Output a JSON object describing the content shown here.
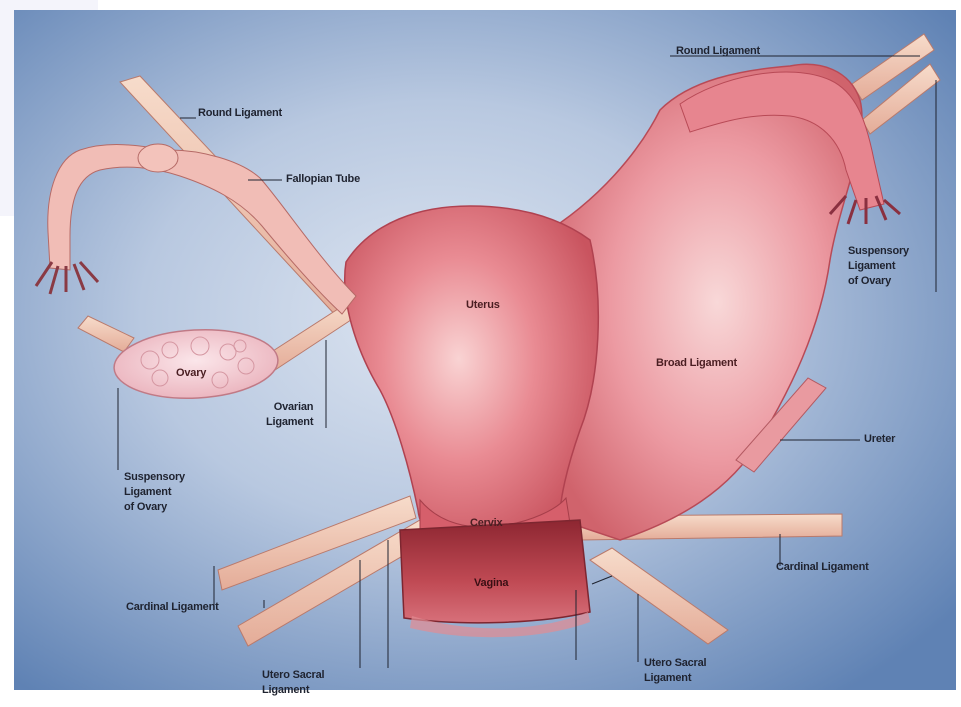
{
  "labels": {
    "round_ligament_left": "Round Ligament",
    "round_ligament_right": "Round Ligament",
    "fallopian_tube": "Fallopian Tube",
    "uterus": "Uterus",
    "ovary": "Ovary",
    "ovarian_ligament": "Ovarian\nLigament",
    "suspensory_ligament_left": "Suspensory\nLigament\nof Ovary",
    "suspensory_ligament_right": "Suspensory\nLigament\nof Ovary",
    "broad_ligament": "Broad Ligament",
    "ureter": "Ureter",
    "cervix": "Cervix",
    "vagina": "Vagina",
    "cardinal_ligament_left": "Cardinal Ligament",
    "cardinal_ligament_right": "Cardinal Ligament",
    "utero_sacral_left": "Utero Sacral\nLigament",
    "utero_sacral_right": "Utero Sacral\nLigament"
  },
  "colors": {
    "background_light": "#c9d5e8",
    "background_blue": "#5f82b4",
    "uterus": "#e0707c",
    "uterus_highlight": "#f6c4c4",
    "ligament": "#f2cbb3",
    "vagina": "#b63a44",
    "label_text": "#1f2330"
  }
}
